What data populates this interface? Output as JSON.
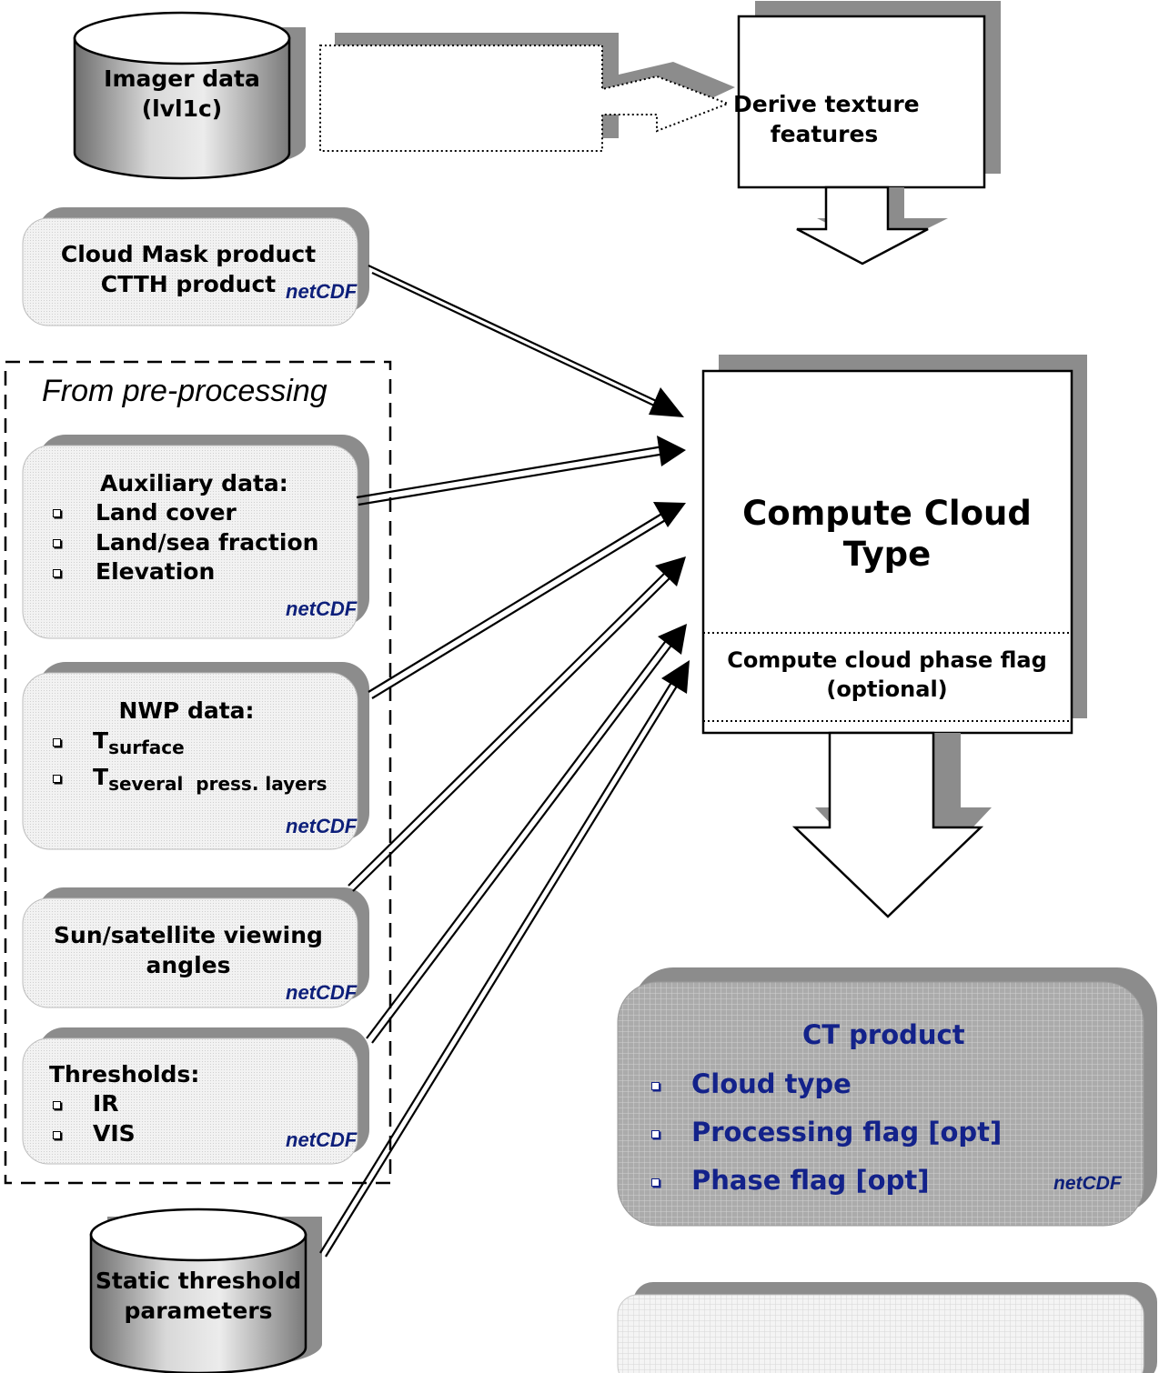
{
  "nodes": {
    "imager": {
      "line1": "Imager data",
      "line2": "(lvl1c)"
    },
    "texture": {
      "line1": "Derive texture",
      "line2": "features"
    },
    "cloudmask": {
      "line1": "Cloud Mask product",
      "line2": "CTTH product",
      "format": "netCDF"
    },
    "preprocessing": {
      "title": "From pre-processing"
    },
    "auxiliary": {
      "title": "Auxiliary data:",
      "items": [
        "Land cover",
        "Land/sea fraction",
        "Elevation"
      ],
      "format": "netCDF"
    },
    "nwp": {
      "title": "NWP data:",
      "items": [
        {
          "main": "T",
          "sub": "surface"
        },
        {
          "main": "T",
          "sub": "several  press. layers"
        }
      ],
      "format": "netCDF"
    },
    "angles": {
      "line1": "Sun/satellite viewing",
      "line2": "angles",
      "format": "netCDF"
    },
    "thresholds": {
      "title": "Thresholds:",
      "items": [
        "IR",
        "VIS"
      ],
      "format": "netCDF"
    },
    "static": {
      "line1": "Static threshold",
      "line2": "parameters"
    },
    "compute": {
      "line1": "Compute Cloud",
      "line2": "Type",
      "phase_line1": "Compute cloud phase flag",
      "phase_line2": "(optional)"
    },
    "ct_product": {
      "title": "CT product",
      "items": [
        "Cloud type",
        "Processing flag [opt]",
        "Phase flag [opt]"
      ],
      "format": "netCDF"
    }
  },
  "colors": {
    "shadow": "#8c8c8c",
    "panel_fill": "#e6e6e6",
    "product_fill": "#a9a9a9",
    "product_text": "#13228a",
    "netcdf_text": "#0d1f7a"
  }
}
